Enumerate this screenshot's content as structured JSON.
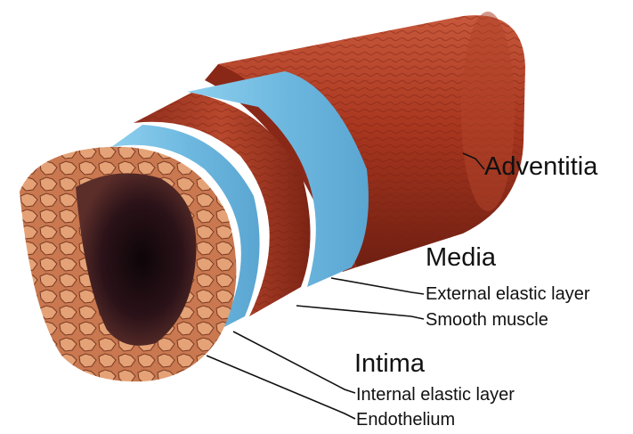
{
  "labels": {
    "adventitia": "Adventitia",
    "media": "Media",
    "external_elastic_layer": "External elastic layer",
    "smooth_muscle": "Smooth muscle",
    "intima": "Intima",
    "internal_elastic_layer": "Internal elastic layer",
    "endothelium": "Endothelium"
  },
  "colors": {
    "adventitia": "#9c2f1e",
    "adventitia_light": "#c85a3a",
    "elastic_layer": "#7fc4e6",
    "smooth_muscle": "#a8402a",
    "endothelium": "#d98c63",
    "lumen": "#1e0f14"
  }
}
